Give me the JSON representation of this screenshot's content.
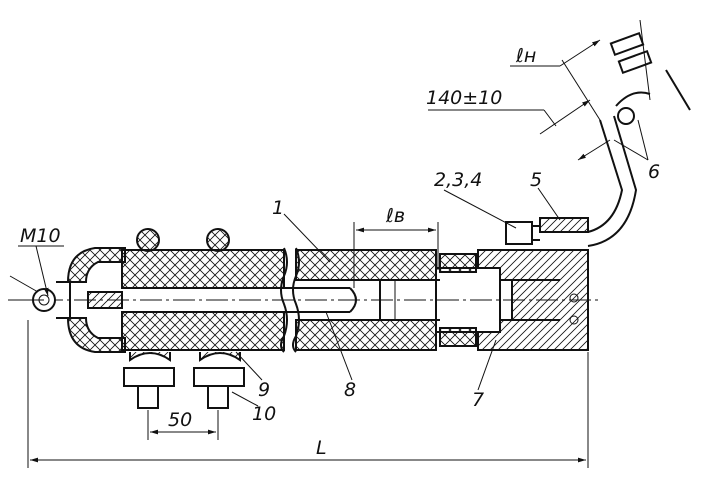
{
  "drawing": {
    "labels": {
      "thread": "M10",
      "bolt_spacing": "50",
      "overall_length": "L",
      "upper_length": "ℓв",
      "lower_length": "ℓн",
      "tolerance_dim": "140±10",
      "callout_1": "1",
      "callout_2_3_4": "2,3,4",
      "callout_5": "5",
      "callout_6": "6",
      "callout_7": "7",
      "callout_8": "8",
      "callout_9": "9",
      "callout_10": "10"
    },
    "colors": {
      "ink": "#111111",
      "background": "#ffffff"
    }
  }
}
